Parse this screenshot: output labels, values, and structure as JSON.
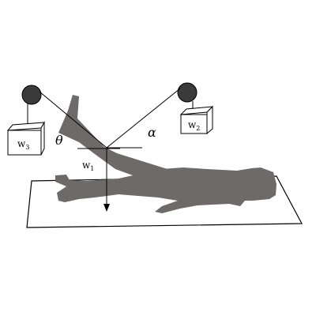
{
  "labels": {
    "w1": "w",
    "w1_sub": "1",
    "w2": "w",
    "w2_sub": "2",
    "w3": "w",
    "w3_sub": "3",
    "theta": "θ",
    "alpha": "α"
  },
  "colors": {
    "figure": "#6e6a6a",
    "pulley": "#3a3a3a",
    "line": "#000000",
    "box_top": "#ffffff"
  }
}
